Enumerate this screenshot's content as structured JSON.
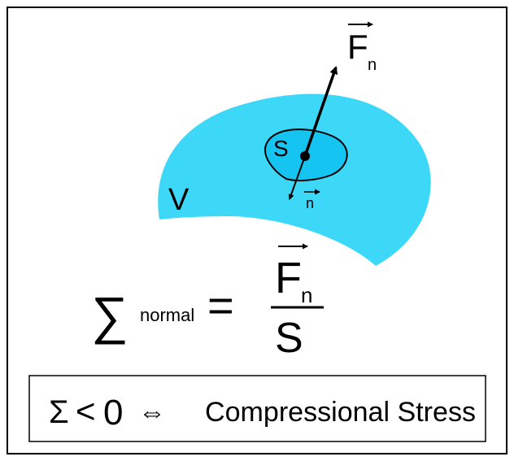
{
  "diagram": {
    "region_label": "V",
    "surface_label": "S",
    "force_label": "F",
    "force_subscript": "n",
    "normal_label": "n",
    "colors": {
      "region_fill": "#3dd8f8",
      "surface_fill": "#16c4f2",
      "stroke": "#000000",
      "background": "#ffffff"
    }
  },
  "equation": {
    "sigma": "∑",
    "sigma_subscript": "normal",
    "equals": "=",
    "numerator": "F",
    "numerator_subscript": "n",
    "denominator": "S"
  },
  "condition": {
    "sigma": "Σ",
    "relation": "<",
    "value": "0",
    "iff": "⇔",
    "meaning": "Compressional Stress"
  }
}
